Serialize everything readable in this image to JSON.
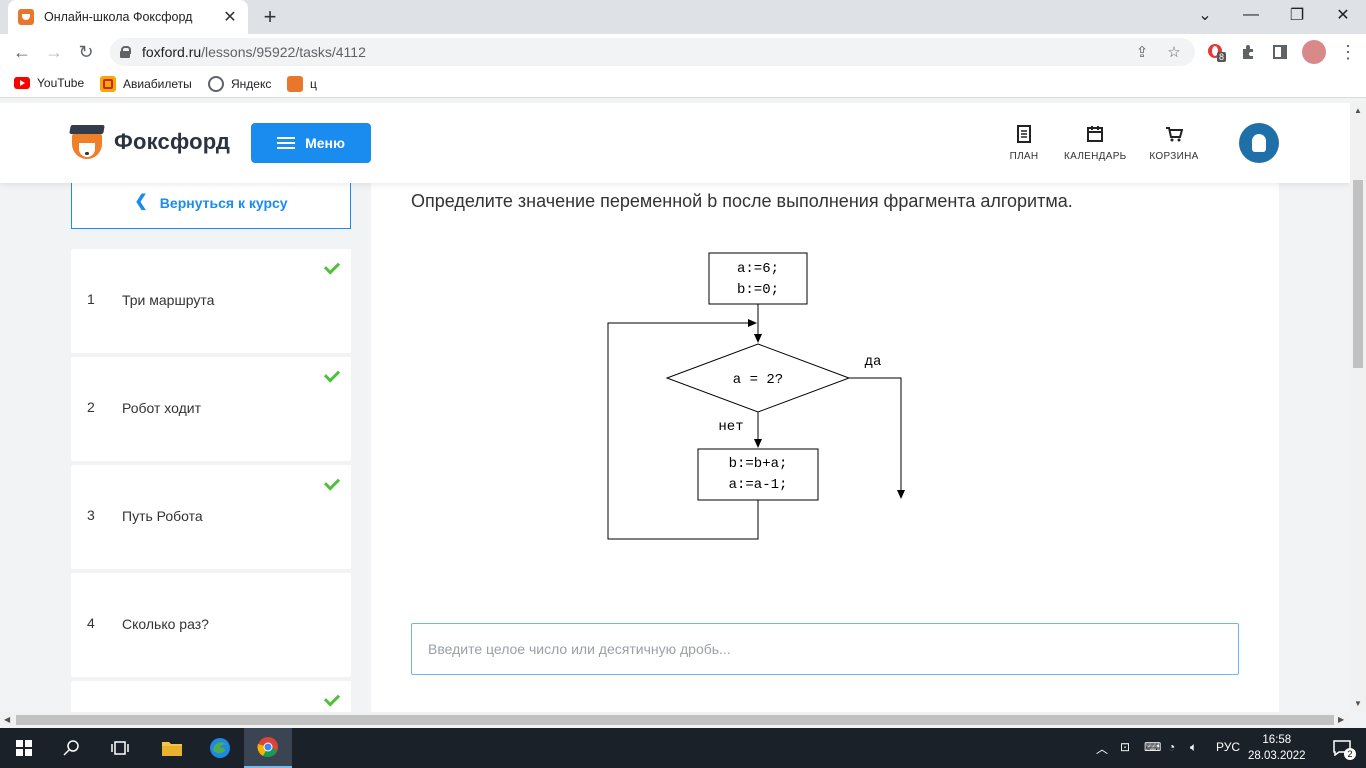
{
  "browser": {
    "tab_title": "Онлайн-школа Фоксфорд",
    "url_host": "foxford.ru",
    "url_path": "/lessons/95922/tasks/4112",
    "extension_badge": "8",
    "bookmarks": [
      {
        "label": "YouTube",
        "icon": "youtube-icon"
      },
      {
        "label": "Авиабилеты",
        "icon": "aviasales-icon"
      },
      {
        "label": "Яндекс",
        "icon": "globe-icon"
      },
      {
        "label": "ц",
        "icon": "foxford-icon"
      }
    ]
  },
  "header": {
    "brand": "Фоксфорд",
    "menu_label": "Меню",
    "links": [
      {
        "label": "ПЛАН",
        "icon": "plan-icon"
      },
      {
        "label": "КАЛЕНДАРЬ",
        "icon": "calendar-icon"
      },
      {
        "label": "КОРЗИНА",
        "icon": "cart-icon"
      }
    ]
  },
  "sidebar": {
    "back_label": "Вернуться к курсу",
    "tasks": [
      {
        "num": "1",
        "name": "Три маршрута",
        "done": true
      },
      {
        "num": "2",
        "name": "Робот ходит",
        "done": true
      },
      {
        "num": "3",
        "name": "Путь Робота",
        "done": true
      },
      {
        "num": "4",
        "name": "Сколько раз?",
        "done": false
      },
      {
        "num": "",
        "name": "",
        "done": true
      }
    ]
  },
  "task": {
    "question": "Определите значение переменной b после выполнения фрагмента алгоритма.",
    "flowchart": {
      "init_line1": "a:=6;",
      "init_line2": "b:=0;",
      "condition": "a = 2?",
      "yes_label": "да",
      "no_label": "нет",
      "body_line1": "b:=b+a;",
      "body_line2": "a:=a-1;"
    },
    "answer_placeholder": "Введите целое число или десятичную дробь..."
  },
  "taskbar": {
    "language": "РУС",
    "time": "16:58",
    "date": "28.03.2022",
    "notification_count": "2"
  }
}
